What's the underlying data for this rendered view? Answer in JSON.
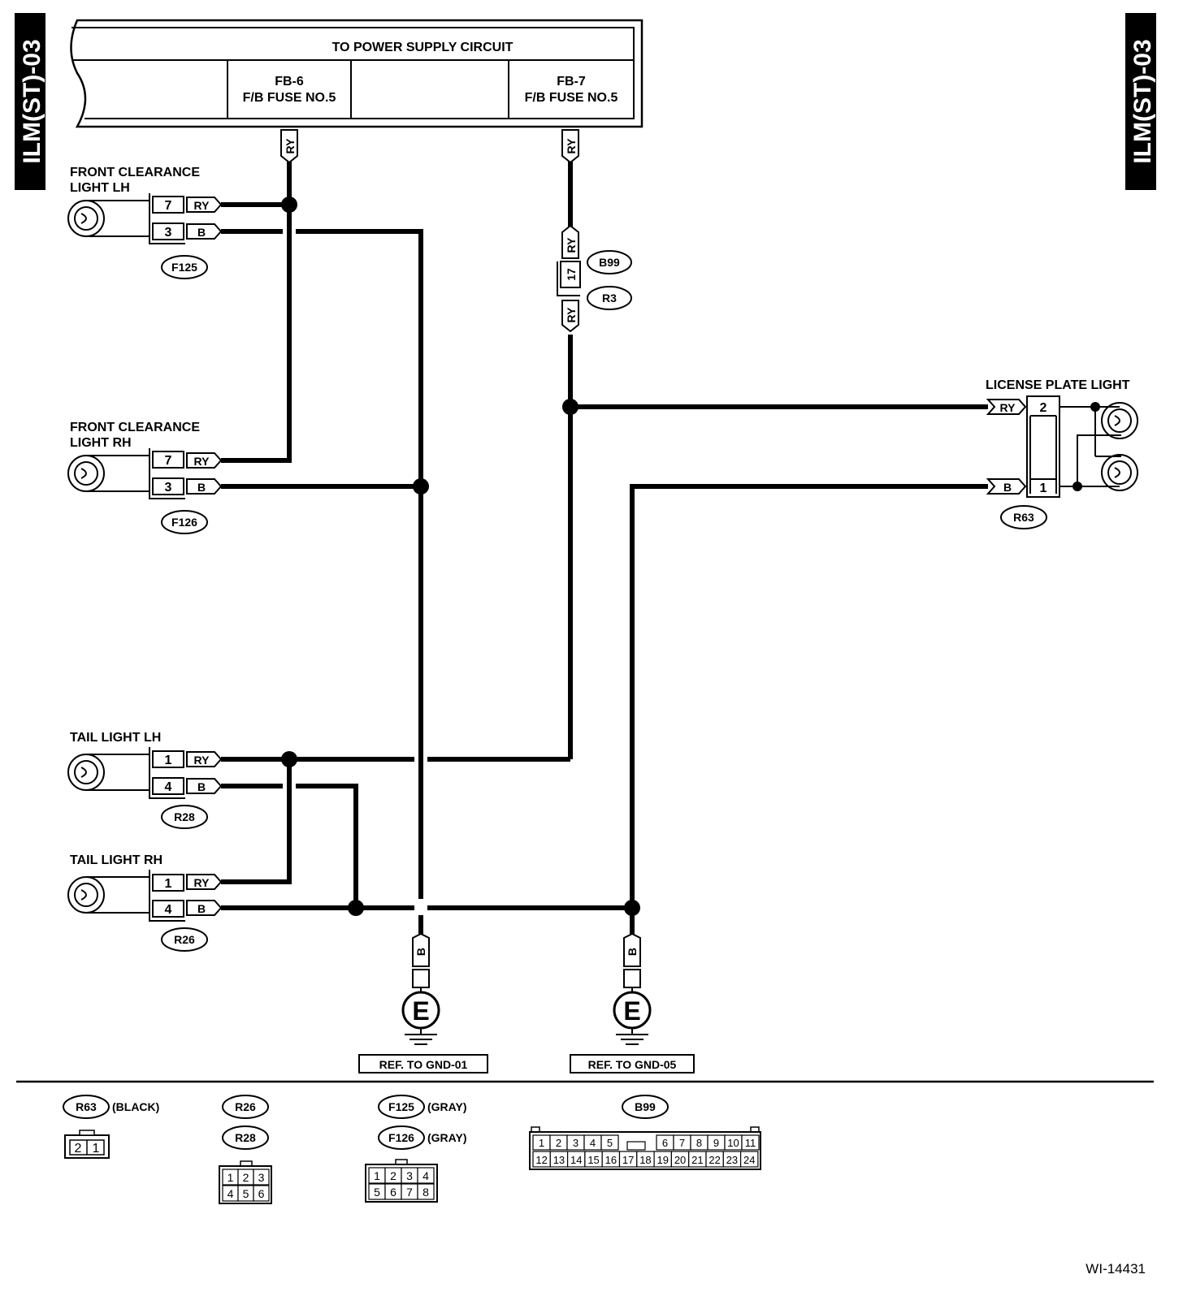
{
  "side_tab": {
    "left": "ILM(ST)-03",
    "right": "ILM(ST)-03"
  },
  "power_box": {
    "title": "TO POWER SUPPLY CIRCUIT",
    "fb6_line1": "FB-6",
    "fb6_line2": "F/B FUSE NO.5",
    "fb7_line1": "FB-7",
    "fb7_line2": "F/B FUSE NO.5"
  },
  "wire_colors": {
    "ry": "RY",
    "b": "B"
  },
  "components": {
    "front_lh": {
      "line1": "FRONT CLEARANCE",
      "line2": "LIGHT LH",
      "connector": "F125",
      "pin_ry": "7",
      "pin_b": "3"
    },
    "front_rh": {
      "line1": "FRONT CLEARANCE",
      "line2": "LIGHT RH",
      "connector": "F126",
      "pin_ry": "7",
      "pin_b": "3"
    },
    "tail_lh": {
      "label": "TAIL LIGHT LH",
      "connector": "R28",
      "pin_ry": "1",
      "pin_b": "4"
    },
    "tail_rh": {
      "label": "TAIL LIGHT RH",
      "connector": "R26",
      "pin_ry": "1",
      "pin_b": "4"
    },
    "license": {
      "label": "LICENSE PLATE LIGHT",
      "connector": "R63",
      "pin_ry": "2",
      "pin_b": "1"
    },
    "inline": {
      "connector_a": "B99",
      "connector_b": "R3",
      "pin": "17"
    }
  },
  "grounds": [
    {
      "symbol": "E",
      "ref": "REF. TO GND-01"
    },
    {
      "symbol": "E",
      "ref": "REF. TO GND-05"
    }
  ],
  "legend": {
    "r63": {
      "name": "R63",
      "color": "(BLACK)",
      "pins": [
        "2",
        "1"
      ]
    },
    "r26": {
      "name": "R26"
    },
    "r28": {
      "name": "R28"
    },
    "r2x_pins": [
      "1",
      "2",
      "3",
      "4",
      "5",
      "6"
    ],
    "f125": {
      "name": "F125",
      "color": "(GRAY)"
    },
    "f126": {
      "name": "F126",
      "color": "(GRAY)"
    },
    "f12x_pins": [
      "1",
      "2",
      "3",
      "4",
      "5",
      "6",
      "7",
      "8"
    ],
    "b99": {
      "name": "B99"
    },
    "b99_pins_top": [
      "1",
      "2",
      "3",
      "4",
      "5",
      "6",
      "7",
      "8",
      "9",
      "10",
      "11"
    ],
    "b99_pins_bottom": [
      "12",
      "13",
      "14",
      "15",
      "16",
      "17",
      "18",
      "19",
      "20",
      "21",
      "22",
      "23",
      "24"
    ]
  },
  "diagram_id": "WI-14431"
}
